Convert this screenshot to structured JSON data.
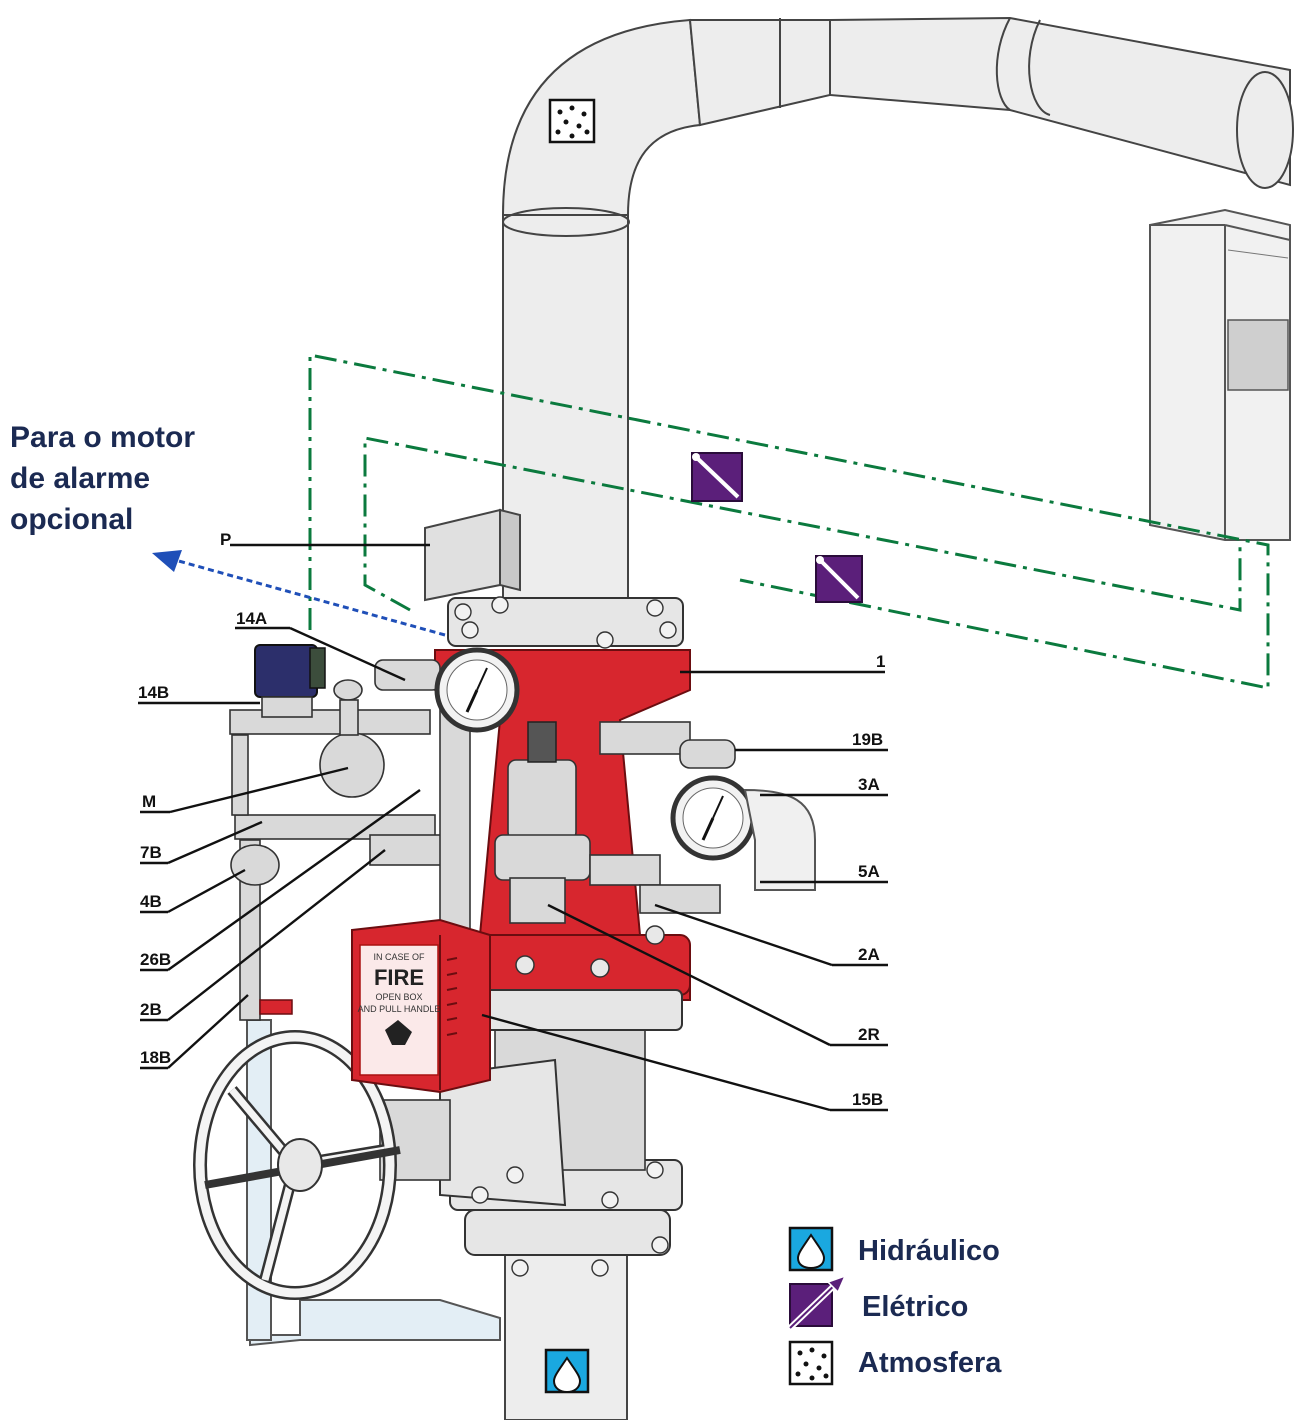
{
  "title": {
    "line1": "Para o motor",
    "line2": "de alarme",
    "line3": "opcional"
  },
  "callouts": {
    "p": "P",
    "c14a": "14A",
    "c14b": "14B",
    "m": "M",
    "c7b": "7B",
    "c4b": "4B",
    "c26b": "26B",
    "c2b": "2B",
    "c18b": "18B",
    "c1": "1",
    "c19b": "19B",
    "c3a": "3A",
    "c5a": "5A",
    "c2a": "2A",
    "c2r": "2R",
    "c15b": "15B"
  },
  "fire_box": {
    "word": "FIRE",
    "header": "IN CASE OF",
    "sub1": "OPEN BOX",
    "sub2": "AND PULL HANDLE"
  },
  "legend": {
    "hydraulic": {
      "label": "Hidráulico",
      "icon": "water-drop-icon",
      "color": "#1aa8e0"
    },
    "electric": {
      "label": "Elétrico",
      "icon": "electric-arrow-icon",
      "color": "#5b1f7a"
    },
    "atmosphere": {
      "label": "Atmosfera",
      "icon": "dotted-air-icon",
      "color": "#ffffff"
    }
  },
  "colors": {
    "valve_red": "#d7262e",
    "signal_green": "#0b7a3e",
    "alarm_arrow_blue": "#1f4fb8",
    "solenoid_navy": "#2c2f6b"
  }
}
